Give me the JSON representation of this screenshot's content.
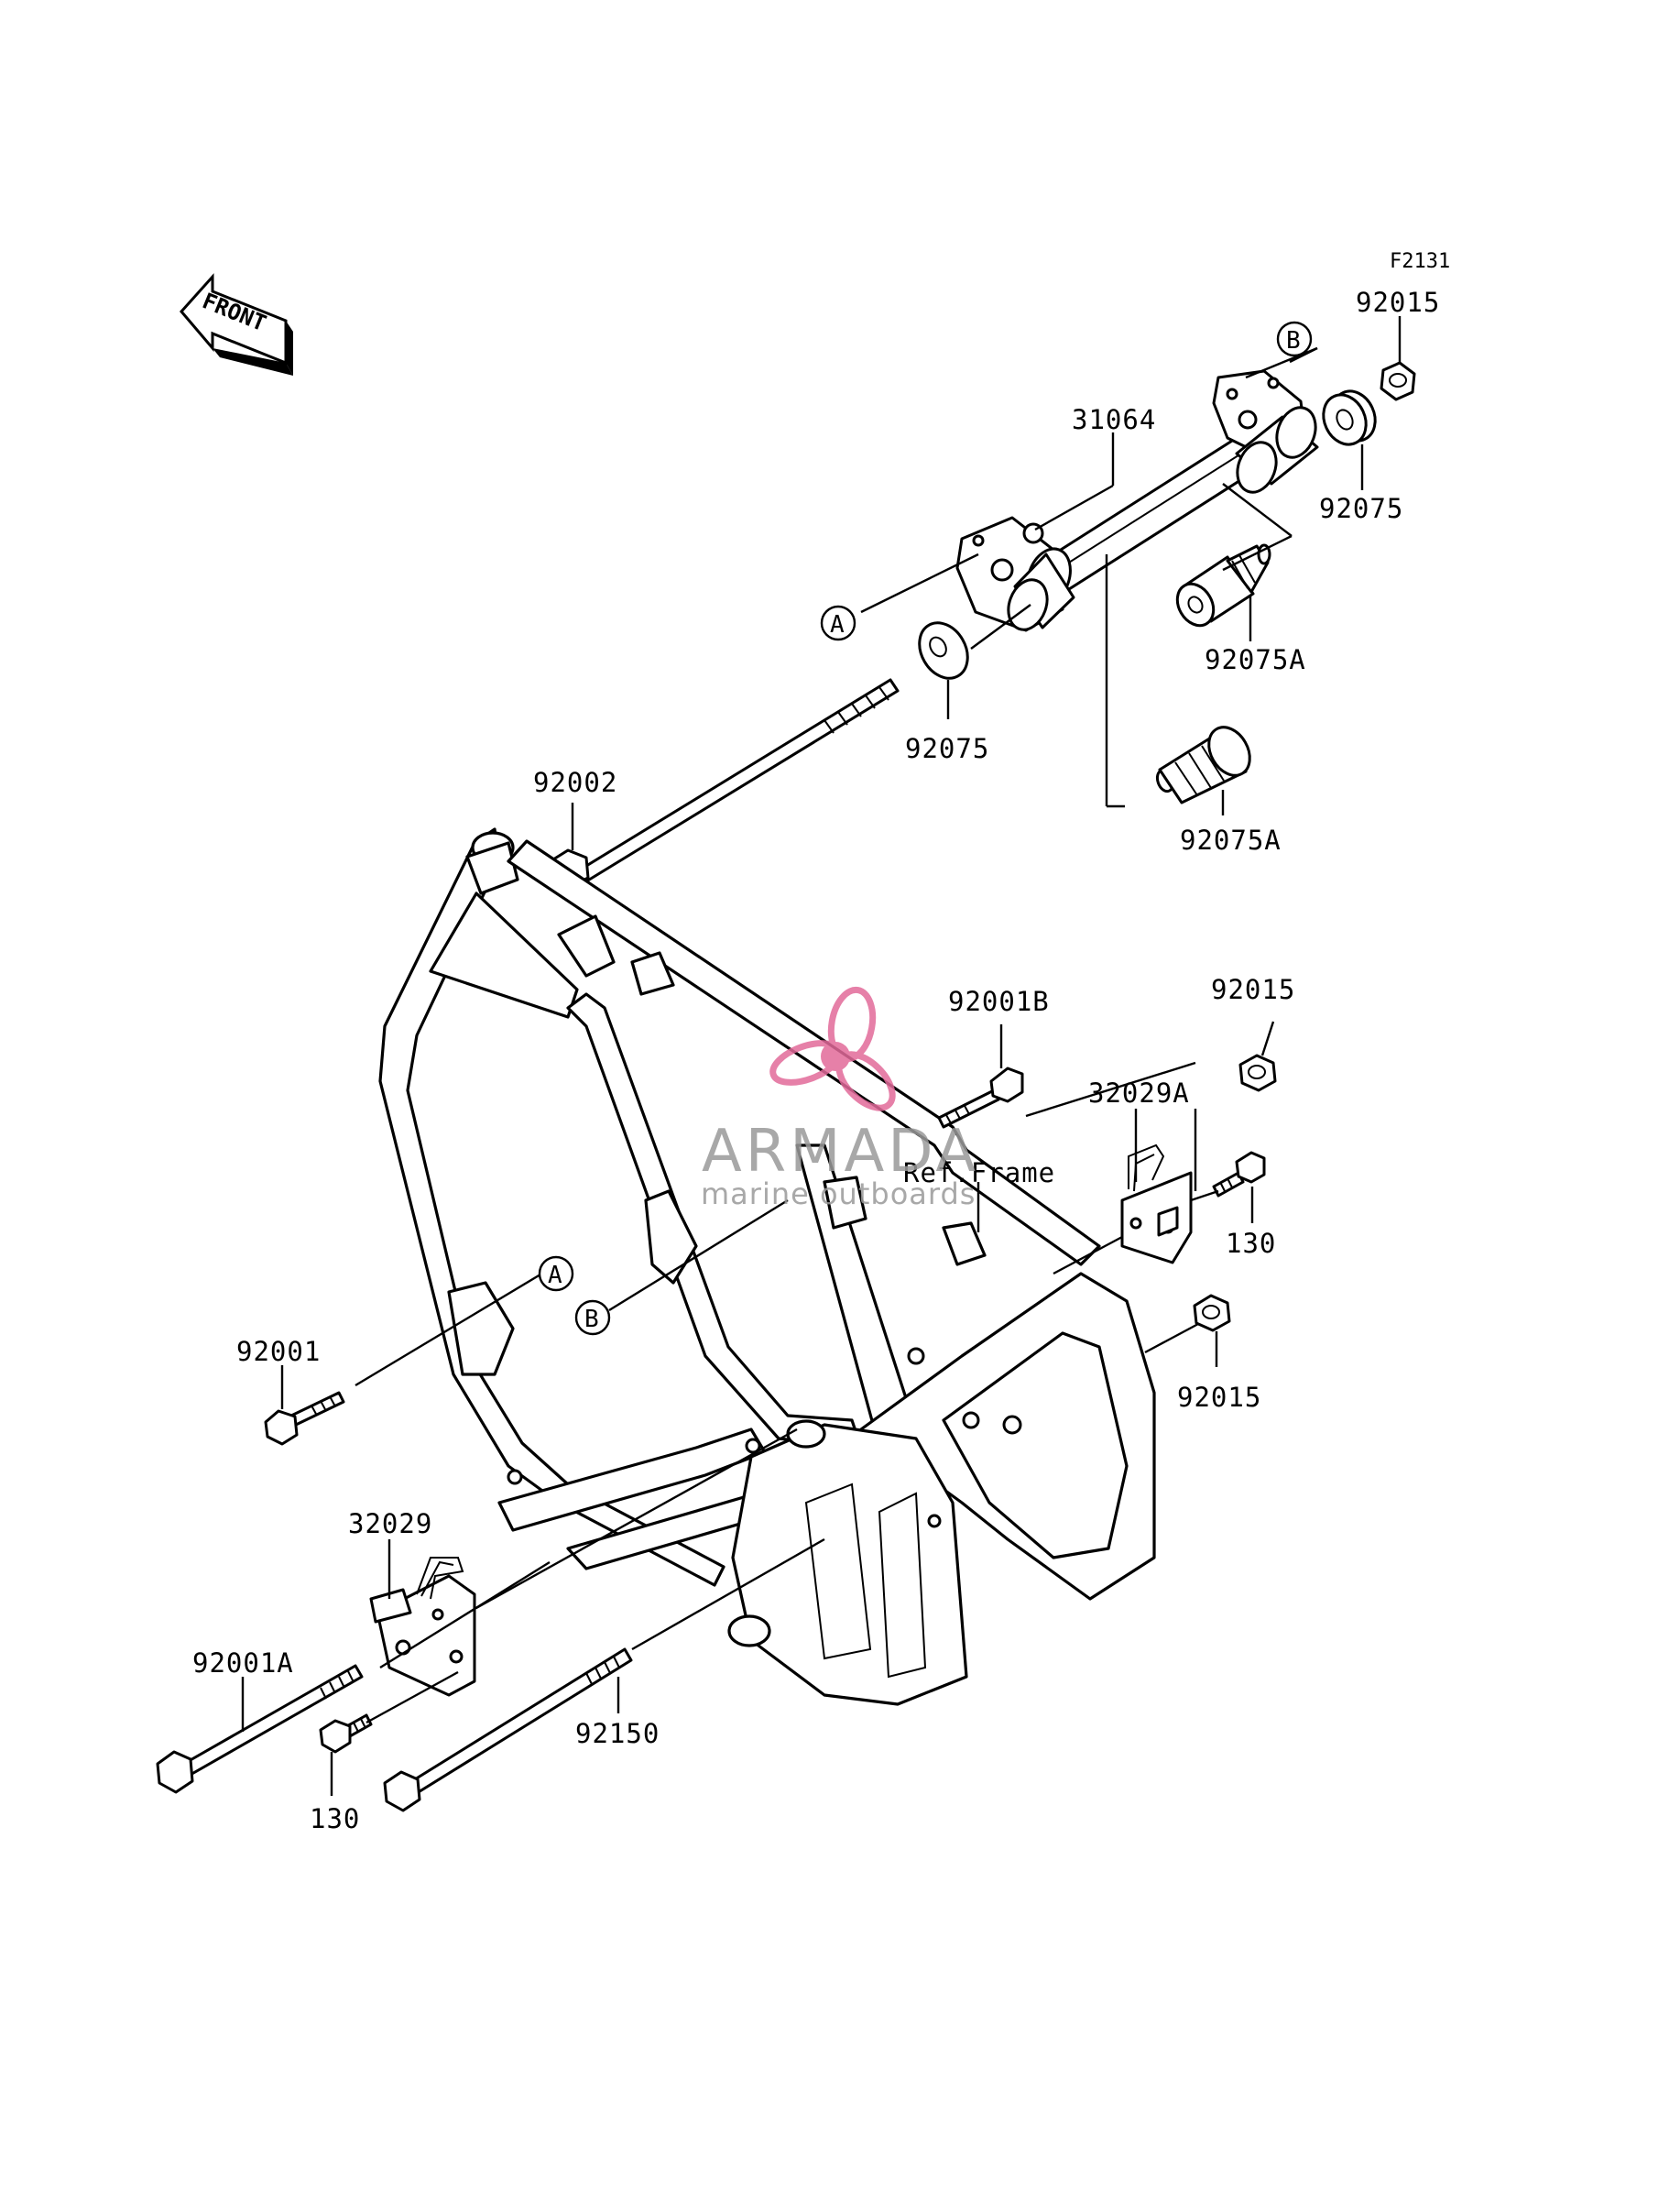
{
  "figure_code": "F2131",
  "front_arrow": {
    "text": "FRONT",
    "icon": "front-arrow-icon"
  },
  "watermark": {
    "brand": "ARMADA",
    "tagline": "marine outboards",
    "icon": "propeller-logo-icon",
    "accent_color": "#e26a9a",
    "text_color": "#9a9a9a"
  },
  "labels": {
    "p31064": "31064",
    "p92015_top": "92015",
    "p92075_right": "92075",
    "p92075A_upper": "92075A",
    "p92075_left": "92075",
    "p92075A_lower": "92075A",
    "p92002": "92002",
    "p92001B": "92001B",
    "p92015_mid": "92015",
    "p32029A": "32029A",
    "p130_right": "130",
    "ref_frame": "Ref.Frame",
    "p92015_low": "92015",
    "p92001": "92001",
    "p32029": "32029",
    "p92001A": "92001A",
    "p92150": "92150",
    "p130_left": "130"
  },
  "callouts": {
    "a_top": "A",
    "b_top": "B",
    "a_frame": "A",
    "b_frame": "B"
  }
}
